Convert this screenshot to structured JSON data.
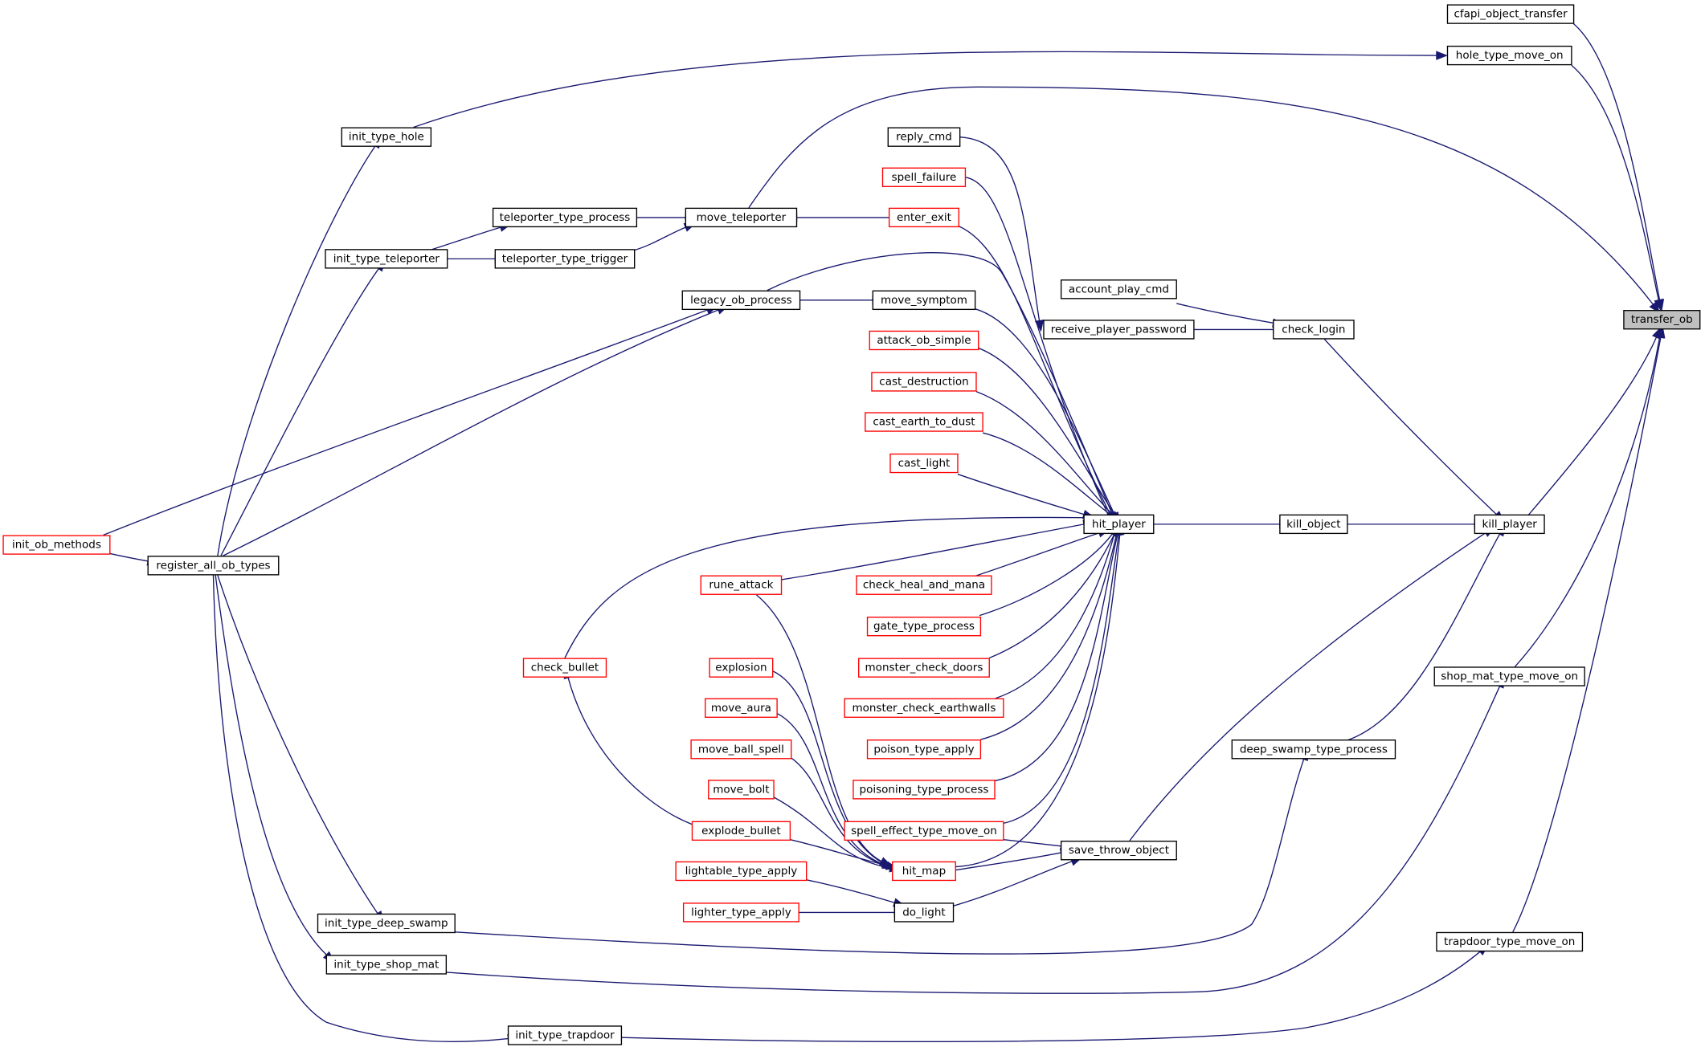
{
  "graph": {
    "root": "transfer_ob",
    "colors": {
      "edge": "#191970",
      "truncated_node_border": "#ff0000",
      "node_border": "#000000",
      "root_fill": "#bfbfbf"
    },
    "nodes": [
      {
        "id": "transfer_ob",
        "label": "transfer_ob",
        "style": "root"
      },
      {
        "id": "cfapi_object_transfer",
        "label": "cfapi_object_transfer",
        "style": "normal"
      },
      {
        "id": "hole_type_move_on",
        "label": "hole_type_move_on",
        "style": "normal"
      },
      {
        "id": "move_teleporter",
        "label": "move_teleporter",
        "style": "normal"
      },
      {
        "id": "kill_player",
        "label": "kill_player",
        "style": "normal"
      },
      {
        "id": "shop_mat_type_move_on",
        "label": "shop_mat_type_move_on",
        "style": "normal"
      },
      {
        "id": "trapdoor_type_move_on",
        "label": "trapdoor_type_move_on",
        "style": "normal"
      },
      {
        "id": "init_type_hole",
        "label": "init_type_hole",
        "style": "normal"
      },
      {
        "id": "register_all_ob_types",
        "label": "register_all_ob_types",
        "style": "normal"
      },
      {
        "id": "init_ob_methods",
        "label": "init_ob_methods",
        "style": "truncated"
      },
      {
        "id": "enter_exit",
        "label": "enter_exit",
        "style": "truncated"
      },
      {
        "id": "teleporter_type_process",
        "label": "teleporter_type_process",
        "style": "normal"
      },
      {
        "id": "teleporter_type_trigger",
        "label": "teleporter_type_trigger",
        "style": "normal"
      },
      {
        "id": "init_type_teleporter",
        "label": "init_type_teleporter",
        "style": "normal"
      },
      {
        "id": "check_login",
        "label": "check_login",
        "style": "normal"
      },
      {
        "id": "kill_object",
        "label": "kill_object",
        "style": "normal"
      },
      {
        "id": "deep_swamp_type_process",
        "label": "deep_swamp_type_process",
        "style": "normal"
      },
      {
        "id": "save_throw_object",
        "label": "save_throw_object",
        "style": "normal"
      },
      {
        "id": "account_play_cmd",
        "label": "account_play_cmd",
        "style": "normal"
      },
      {
        "id": "receive_player_password",
        "label": "receive_player_password",
        "style": "normal"
      },
      {
        "id": "reply_cmd",
        "label": "reply_cmd",
        "style": "normal"
      },
      {
        "id": "spell_failure",
        "label": "spell_failure",
        "style": "truncated"
      },
      {
        "id": "hit_player",
        "label": "hit_player",
        "style": "normal"
      },
      {
        "id": "legacy_ob_process",
        "label": "legacy_ob_process",
        "style": "normal"
      },
      {
        "id": "move_symptom",
        "label": "move_symptom",
        "style": "normal"
      },
      {
        "id": "attack_ob_simple",
        "label": "attack_ob_simple",
        "style": "truncated"
      },
      {
        "id": "cast_destruction",
        "label": "cast_destruction",
        "style": "truncated"
      },
      {
        "id": "cast_earth_to_dust",
        "label": "cast_earth_to_dust",
        "style": "truncated"
      },
      {
        "id": "cast_light",
        "label": "cast_light",
        "style": "truncated"
      },
      {
        "id": "check_bullet",
        "label": "check_bullet",
        "style": "truncated"
      },
      {
        "id": "rune_attack",
        "label": "rune_attack",
        "style": "truncated"
      },
      {
        "id": "check_heal_and_mana",
        "label": "check_heal_and_mana",
        "style": "truncated"
      },
      {
        "id": "gate_type_process",
        "label": "gate_type_process",
        "style": "truncated"
      },
      {
        "id": "monster_check_doors",
        "label": "monster_check_doors",
        "style": "truncated"
      },
      {
        "id": "monster_check_earthwalls",
        "label": "monster_check_earthwalls",
        "style": "truncated"
      },
      {
        "id": "poison_type_apply",
        "label": "poison_type_apply",
        "style": "truncated"
      },
      {
        "id": "poisoning_type_process",
        "label": "poisoning_type_process",
        "style": "truncated"
      },
      {
        "id": "spell_effect_type_move_on",
        "label": "spell_effect_type_move_on",
        "style": "truncated"
      },
      {
        "id": "hit_map",
        "label": "hit_map",
        "style": "truncated"
      },
      {
        "id": "explosion",
        "label": "explosion",
        "style": "truncated"
      },
      {
        "id": "move_aura",
        "label": "move_aura",
        "style": "truncated"
      },
      {
        "id": "move_ball_spell",
        "label": "move_ball_spell",
        "style": "truncated"
      },
      {
        "id": "move_bolt",
        "label": "move_bolt",
        "style": "truncated"
      },
      {
        "id": "explode_bullet",
        "label": "explode_bullet",
        "style": "truncated"
      },
      {
        "id": "do_light",
        "label": "do_light",
        "style": "normal"
      },
      {
        "id": "lightable_type_apply",
        "label": "lightable_type_apply",
        "style": "truncated"
      },
      {
        "id": "lighter_type_apply",
        "label": "lighter_type_apply",
        "style": "truncated"
      },
      {
        "id": "init_type_deep_swamp",
        "label": "init_type_deep_swamp",
        "style": "normal"
      },
      {
        "id": "init_type_shop_mat",
        "label": "init_type_shop_mat",
        "style": "normal"
      },
      {
        "id": "init_type_trapdoor",
        "label": "init_type_trapdoor",
        "style": "normal"
      }
    ],
    "edges": [
      {
        "from": "cfapi_object_transfer",
        "to": "transfer_ob"
      },
      {
        "from": "hole_type_move_on",
        "to": "transfer_ob"
      },
      {
        "from": "move_teleporter",
        "to": "transfer_ob"
      },
      {
        "from": "kill_player",
        "to": "transfer_ob"
      },
      {
        "from": "shop_mat_type_move_on",
        "to": "transfer_ob"
      },
      {
        "from": "trapdoor_type_move_on",
        "to": "transfer_ob"
      },
      {
        "from": "init_type_hole",
        "to": "hole_type_move_on"
      },
      {
        "from": "register_all_ob_types",
        "to": "init_type_hole"
      },
      {
        "from": "init_ob_methods",
        "to": "register_all_ob_types"
      },
      {
        "from": "enter_exit",
        "to": "move_teleporter"
      },
      {
        "from": "teleporter_type_process",
        "to": "move_teleporter"
      },
      {
        "from": "teleporter_type_trigger",
        "to": "move_teleporter"
      },
      {
        "from": "init_type_teleporter",
        "to": "teleporter_type_process"
      },
      {
        "from": "init_type_teleporter",
        "to": "teleporter_type_trigger"
      },
      {
        "from": "register_all_ob_types",
        "to": "init_type_teleporter"
      },
      {
        "from": "check_login",
        "to": "kill_player"
      },
      {
        "from": "kill_object",
        "to": "kill_player"
      },
      {
        "from": "deep_swamp_type_process",
        "to": "kill_player"
      },
      {
        "from": "save_throw_object",
        "to": "kill_player"
      },
      {
        "from": "account_play_cmd",
        "to": "check_login"
      },
      {
        "from": "receive_player_password",
        "to": "check_login"
      },
      {
        "from": "reply_cmd",
        "to": "receive_player_password"
      },
      {
        "from": "hit_player",
        "to": "kill_object"
      },
      {
        "from": "spell_failure",
        "to": "hit_player"
      },
      {
        "from": "enter_exit",
        "to": "hit_player"
      },
      {
        "from": "legacy_ob_process",
        "to": "hit_player"
      },
      {
        "from": "move_symptom",
        "to": "hit_player"
      },
      {
        "from": "attack_ob_simple",
        "to": "hit_player"
      },
      {
        "from": "cast_destruction",
        "to": "hit_player"
      },
      {
        "from": "cast_earth_to_dust",
        "to": "hit_player"
      },
      {
        "from": "cast_light",
        "to": "hit_player"
      },
      {
        "from": "check_bullet",
        "to": "hit_player"
      },
      {
        "from": "rune_attack",
        "to": "hit_player"
      },
      {
        "from": "check_heal_and_mana",
        "to": "hit_player"
      },
      {
        "from": "gate_type_process",
        "to": "hit_player"
      },
      {
        "from": "monster_check_doors",
        "to": "hit_player"
      },
      {
        "from": "monster_check_earthwalls",
        "to": "hit_player"
      },
      {
        "from": "poison_type_apply",
        "to": "hit_player"
      },
      {
        "from": "poisoning_type_process",
        "to": "hit_player"
      },
      {
        "from": "spell_effect_type_move_on",
        "to": "hit_player"
      },
      {
        "from": "hit_map",
        "to": "hit_player"
      },
      {
        "from": "legacy_ob_process",
        "to": "move_symptom"
      },
      {
        "from": "register_all_ob_types",
        "to": "legacy_ob_process"
      },
      {
        "from": "init_ob_methods",
        "to": "legacy_ob_process"
      },
      {
        "from": "explode_bullet",
        "to": "check_bullet"
      },
      {
        "from": "rune_attack",
        "to": "hit_map"
      },
      {
        "from": "explosion",
        "to": "hit_map"
      },
      {
        "from": "move_aura",
        "to": "hit_map"
      },
      {
        "from": "move_ball_spell",
        "to": "hit_map"
      },
      {
        "from": "move_bolt",
        "to": "hit_map"
      },
      {
        "from": "explode_bullet",
        "to": "hit_map"
      },
      {
        "from": "spell_effect_type_move_on",
        "to": "save_throw_object"
      },
      {
        "from": "hit_map",
        "to": "save_throw_object"
      },
      {
        "from": "do_light",
        "to": "save_throw_object"
      },
      {
        "from": "lightable_type_apply",
        "to": "do_light"
      },
      {
        "from": "lighter_type_apply",
        "to": "do_light"
      },
      {
        "from": "init_type_deep_swamp",
        "to": "deep_swamp_type_process"
      },
      {
        "from": "register_all_ob_types",
        "to": "init_type_deep_swamp"
      },
      {
        "from": "init_type_shop_mat",
        "to": "shop_mat_type_move_on"
      },
      {
        "from": "register_all_ob_types",
        "to": "init_type_shop_mat"
      },
      {
        "from": "init_type_trapdoor",
        "to": "trapdoor_type_move_on"
      },
      {
        "from": "register_all_ob_types",
        "to": "init_type_trapdoor"
      }
    ]
  }
}
